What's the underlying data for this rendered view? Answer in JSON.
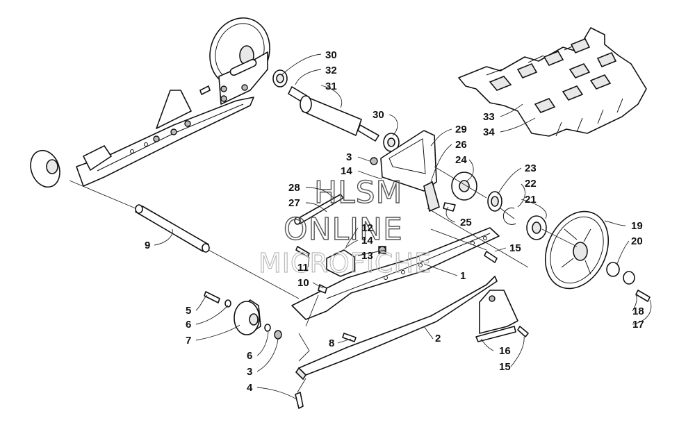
{
  "diagram": {
    "callouts": [
      {
        "id": "c30a",
        "label": "30"
      },
      {
        "id": "c32",
        "label": "32"
      },
      {
        "id": "c31",
        "label": "31"
      },
      {
        "id": "c30b",
        "label": "30"
      },
      {
        "id": "c29",
        "label": "29"
      },
      {
        "id": "c26",
        "label": "26"
      },
      {
        "id": "c3a",
        "label": "3"
      },
      {
        "id": "c14a",
        "label": "14"
      },
      {
        "id": "c24",
        "label": "24"
      },
      {
        "id": "c23",
        "label": "23"
      },
      {
        "id": "c22",
        "label": "22"
      },
      {
        "id": "c21",
        "label": "21"
      },
      {
        "id": "c28",
        "label": "28"
      },
      {
        "id": "c27",
        "label": "27"
      },
      {
        "id": "c25",
        "label": "25"
      },
      {
        "id": "c12",
        "label": "12"
      },
      {
        "id": "c14b",
        "label": "14"
      },
      {
        "id": "c13",
        "label": "13"
      },
      {
        "id": "c15a",
        "label": "15"
      },
      {
        "id": "c9",
        "label": "9"
      },
      {
        "id": "c11",
        "label": "11"
      },
      {
        "id": "c10",
        "label": "10"
      },
      {
        "id": "c1",
        "label": "1"
      },
      {
        "id": "c19",
        "label": "19"
      },
      {
        "id": "c20",
        "label": "20"
      },
      {
        "id": "c5",
        "label": "5"
      },
      {
        "id": "c6a",
        "label": "6"
      },
      {
        "id": "c7",
        "label": "7"
      },
      {
        "id": "c8",
        "label": "8"
      },
      {
        "id": "c2",
        "label": "2"
      },
      {
        "id": "c6b",
        "label": "6"
      },
      {
        "id": "c3b",
        "label": "3"
      },
      {
        "id": "c4",
        "label": "4"
      },
      {
        "id": "c16",
        "label": "16"
      },
      {
        "id": "c15b",
        "label": "15"
      },
      {
        "id": "c18",
        "label": "18"
      },
      {
        "id": "c17",
        "label": "17"
      },
      {
        "id": "c33",
        "label": "33"
      },
      {
        "id": "c34",
        "label": "34"
      }
    ]
  },
  "watermark": {
    "line1": "HLSM",
    "line2": "ONLINE",
    "line3": "MICROFICHE"
  }
}
